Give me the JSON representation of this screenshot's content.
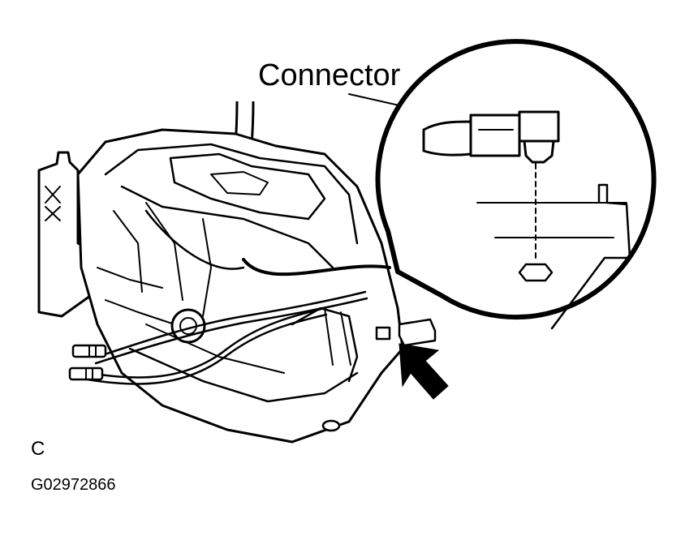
{
  "labels": {
    "callout": "Connector",
    "view_letter": "C",
    "figure_id": "G02972866"
  },
  "colors": {
    "line": "#000000",
    "background": "#ffffff"
  }
}
